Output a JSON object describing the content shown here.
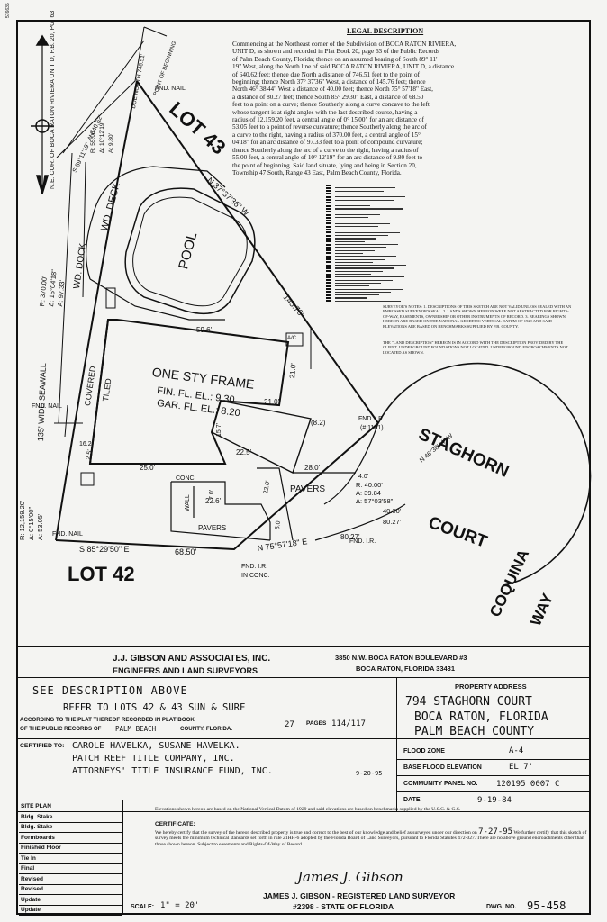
{
  "header": {
    "doc_id": "576635"
  },
  "legal": {
    "heading": "LEGAL DESCRIPTION",
    "lines": [
      "Commencing at the Northeast corner of the Subdivision of BOCA RATON RIVIERA,",
      "UNIT D, as shown and recorded in Plat Book 20, page 63 of the Public Records",
      "of Palm Beach County, Florida; thence on an assumed bearing of South 89° 11'",
      "19\" West, along the North line of said BOCA RATON RIVIERA, UNIT D, a distance",
      "of 640.62 feet; thence due North a distance of 746.51 feet to the point of",
      "beginning; thence North 37° 37'36\" West, a distance of 145.76 feet; thence",
      "North 46° 38'44\" West a distance of 40.00 feet; thence North 75° 57'18\" East,",
      "a distance of 80.27 feet; thence South 85° 29'30\" East, a distance of 68.50",
      "feet to a point on a curve; thence Southerly along a curve concave to the left",
      "whose tangent is at right angles with the last described course, having a",
      "radius of 12,159.20 feet, a central angle of 0° 15'00\" for an arc distance of",
      "53.05 feet to a point of reverse curvature; thence Southerly along the arc of",
      "a curve to the right, having a radius of 370.00 feet, a central angle of 15°",
      "04'18\" for an arc distance of 97.33 feet to a point of compound curvature;",
      "thence Southerly along the arc of a curve to the right, having a radius of",
      "55.00 feet, a central angle of 10° 12'19\" for an arc distance of 9.80 feet to",
      "the point of beginning.  Said land situate, lying and being in Section 20,",
      "Township 47 South, Range 43 East, Palm Beach County, Florida."
    ]
  },
  "survey": {
    "lot43": "LOT 43",
    "lot42": "LOT 42",
    "pool": "POOL",
    "wd_deck": "WD. DECK",
    "wd_dock": "WD. DOCK",
    "house_title": "ONE STY FRAME",
    "fin_fl": "FIN. FL. EL.: 9.30",
    "gar_fl": "GAR. FL. EL.: 8.20",
    "covered": "COVERED",
    "tiled": "TILED",
    "seawall": "135' WIDE SEAWALL",
    "pavers": "PAVERS",
    "pavers2": "PAVERS",
    "conc": "CONC.",
    "wall": "WALL",
    "ac": "A/C",
    "fnd_nail_1": "FND. NAIL",
    "fnd_nail_2": "FND. NAIL",
    "fnd_nail_3": "FND. NAIL",
    "fnd_ir_1": "FND. I.R.",
    "fnd_ir_1b": "(# 1141)",
    "fnd_ir_2": "FND. I.R.",
    "fnd_ir_3": "FND. I.R.",
    "fnd_ir_3b": "IN CONC.",
    "staghorn": "STAGHORN",
    "court": "COURT",
    "coquina": "COQUINA",
    "way": "WAY",
    "bearing_top": "N 37°37'36\" W",
    "dist_top": "145.76'",
    "bearing_bottom": "S 85°29'50\" E",
    "dist_bottom": "68.50'",
    "bearing_right": "N 75°57'18\" E",
    "dist_right": "80.27'",
    "dim_596": "59.6'",
    "dim_210a": "21.0'",
    "dim_210b": "21.0'",
    "dim_225": "22.5'",
    "dim_250": "25.0'",
    "dim_226": "22.6'",
    "dim_280": "28.0'",
    "dim_82": "(8.2)",
    "dim_157": "15.7'",
    "dim_220": "22.0'",
    "dim_70": "7.0'",
    "dim_50": "5.0'",
    "dim_40": "4.0'",
    "dim_162": "16.2'",
    "dim_25": "2.5'",
    "curve_r1": "R: 12,159.20'",
    "curve_a1": "Δ: 0°15'00\"",
    "curve_l1": "A: 53.05'",
    "curve_r2": "R: 370.00'",
    "curve_a2": "Δ: 15°04'18\"",
    "curve_l2": "A: 97.33'",
    "curve_r3": "R: 40.00'",
    "curve_l3": "A: 39.84",
    "curve_a3": "Δ: 57°03'58\"",
    "dist_40": "40.00'",
    "dist_8027": "80.27'",
    "bearing_40": "N 46°38'44\" W",
    "ne_corner": "N.E. COR. OF BOCA RATON RIVIERA UNIT D, P.B. 20, PG. 63",
    "s89": "S 89°11'19\" W 640.62'",
    "due_north": "DUE NORTH 746.51'",
    "pob": "POINT OF BEGINNING",
    "c_55": "R: 55.00'",
    "c_1012": "Δ: 10°12'19\"",
    "c_980": "A: 9.80'"
  },
  "notes": {
    "left": "SURVEYOR'S NOTES: 1. DESCRIPTIONS OF THIS SKETCH ARE NOT VALID UNLESS SEALED WITH AN EMBOSSED SURVEYOR'S SEAL. 2. LANDS SHOWN HEREON WERE NOT ABSTRACTED FOR RIGHTS-OF-WAY, EASEMENTS, OWNERSHIP OR OTHER INSTRUMENTS OF RECORD. 3. BEARINGS SHOWN HEREON ARE BASED ON THE NATIONAL GEODETIC VERTICAL DATUM OF 1929 AND SAID ELEVATIONS ARE BASED ON BENCHMARKS SUPPLIED BY P.B. COUNTY.",
    "right": "THE \"LAND DESCRIPTION\" HEREON IS IN ACCORD WITH THE DESCRIPTION PROVIDED BY THE CLIENT. UNDERGROUND FOUNDATIONS NOT LOCATED. UNDERGROUND ENCROACHMENTS NOT LOCATED AS SHOWN."
  },
  "titleblock": {
    "company": "J.J. GIBSON AND ASSOCIATES, INC.",
    "company_sub": "ENGINEERS AND LAND SURVEYORS",
    "address1": "3850 N.W. BOCA RATON BOULEVARD #3",
    "address2": "BOCA RATON, FLORIDA 33431",
    "see_desc": "SEE DESCRIPTION ABOVE",
    "refer": "REFER TO LOTS 42 & 43 SUN & SURF",
    "plat_label1": "ACCORDING TO THE PLAT THEREOF RECORDED IN PLAT BOOK",
    "plat_book": "27",
    "plat_pages_label": "PAGES",
    "plat_pages": "114/117",
    "plat_label2": "OF THE PUBLIC RECORDS OF",
    "plat_county_hw": "PALM BEACH",
    "plat_county": "COUNTY, FLORIDA.",
    "property_address_label": "PROPERTY ADDRESS",
    "addr_line1": "794 STAGHORN COURT",
    "addr_line2": "BOCA RATON, FLORIDA",
    "addr_line3": "PALM BEACH COUNTY",
    "certified_label": "CERTIFIED TO:",
    "cert_line1": "CAROLE HAVELKA, SUSANE HAVELKA.",
    "cert_line2": "PATCH REEF TITLE COMPANY, INC.",
    "cert_line3": "ATTORNEYS' TITLE INSURANCE FUND, INC.",
    "cert_date": "9-20-95",
    "flood_zone_label": "FLOOD ZONE",
    "flood_zone": "A-4",
    "bfe_label": "BASE FLOOD ELEVATION",
    "bfe": "EL 7'",
    "panel_label": "COMMUNITY PANEL NO.",
    "panel": "120195 0007 C",
    "date_label": "DATE",
    "date": "9-19-84",
    "side_items": [
      "SITE PLAN",
      "Bldg. Stake",
      "Bldg. Stake",
      "Formboards",
      "Finished Floor",
      "Tie In",
      "Final",
      "Revised",
      "Revised",
      "Update",
      "Update"
    ],
    "elev_note": "Elevations shown hereon are based on the National Vertical Datum of 1929 and said elevations are based on benchmarks supplied by the U.S.C. & G.S.",
    "certificate_label": "CERTIFICATE:",
    "certificate_text": "We hereby certify that the survey of the hereon described property is true and correct to the best of our knowledge and belief as surveyed under our direction on",
    "survey_date": "7-27-95",
    "certificate_text2": "We further certify that this sketch of survey meets the minimum technical standards set forth in rule 21HH-6 adopted by the Florida Board of Land Surveyors, pursuant to Florida Statutes 472-027. There are no above ground encroachments other than those shown hereon. Subject to easements and Rights-Of-Way of Record.",
    "signature": "James J. Gibson",
    "surveyor": "JAMES J. GIBSON - REGISTERED LAND SURVEYOR",
    "reg_no": "#2398 - STATE OF FLORIDA",
    "scale_label": "SCALE:",
    "scale": "1\" = 20'",
    "dwg_label": "DWG. NO.",
    "dwg_no": "95-458"
  }
}
